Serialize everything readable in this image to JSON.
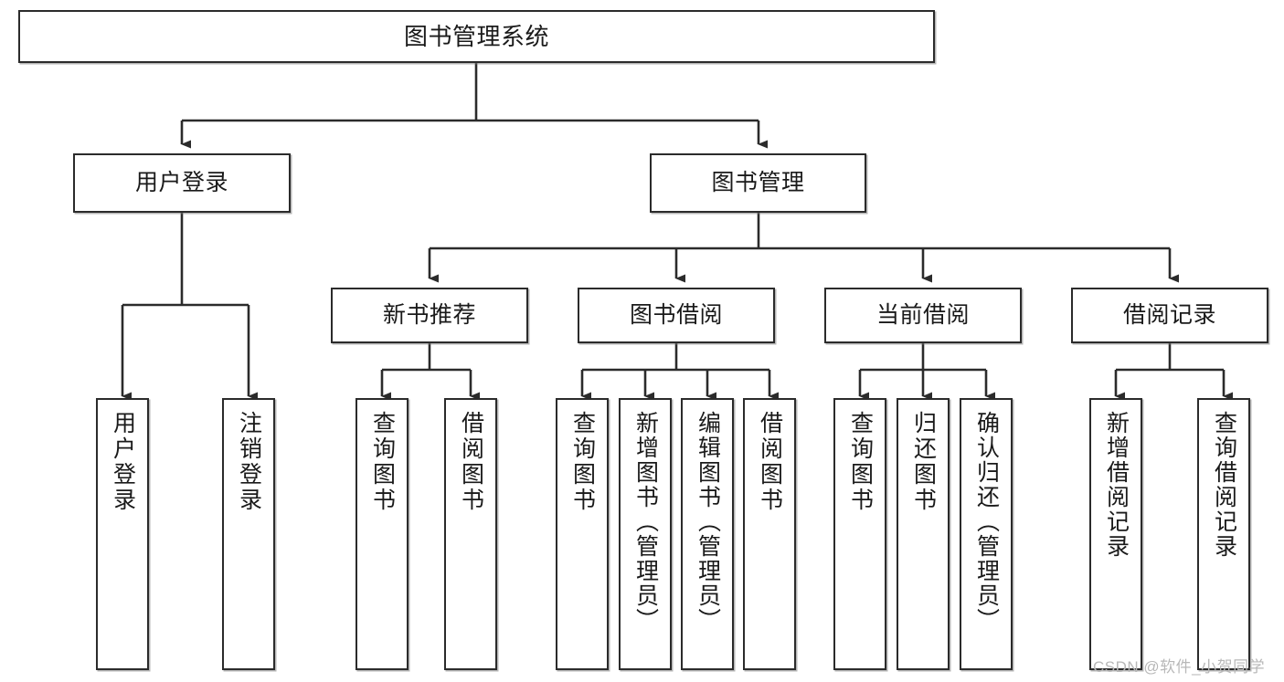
{
  "diagram": {
    "title": "图书管理系统",
    "type": "hierarchy-tree",
    "watermark": "CSDN @软件_小贺同学",
    "colors": {
      "box_border": "#2b2b2b",
      "box_fill": "#ffffff",
      "edge": "#2b2b2b",
      "text": "#1a1a1a",
      "watermark": "#b8b8b8",
      "background": "#ffffff"
    },
    "nodes": {
      "root": {
        "label": "图书管理系统",
        "level": 1
      },
      "level2": [
        {
          "id": "user-login",
          "label": "用户登录"
        },
        {
          "id": "book-management",
          "label": "图书管理"
        }
      ],
      "level3": [
        {
          "id": "new-book-recommend",
          "label": "新书推荐"
        },
        {
          "id": "book-borrow",
          "label": "图书借阅"
        },
        {
          "id": "current-borrow",
          "label": "当前借阅"
        },
        {
          "id": "borrow-record",
          "label": "借阅记录"
        }
      ],
      "leaves": {
        "user-login": [
          {
            "id": "leaf-user-login",
            "label": "用户登录"
          },
          {
            "id": "leaf-logout-login",
            "label": "注销登录"
          }
        ],
        "new-book-recommend": [
          {
            "id": "leaf-query-book-1",
            "label": "查询图书"
          },
          {
            "id": "leaf-borrow-book-1",
            "label": "借阅图书"
          }
        ],
        "book-borrow": [
          {
            "id": "leaf-query-book-2",
            "label": "查询图书"
          },
          {
            "id": "leaf-add-book",
            "label": "新增图书（管理员）"
          },
          {
            "id": "leaf-edit-book",
            "label": "编辑图书（管理员）"
          },
          {
            "id": "leaf-borrow-book-2",
            "label": "借阅图书"
          }
        ],
        "current-borrow": [
          {
            "id": "leaf-query-book-3",
            "label": "查询图书"
          },
          {
            "id": "leaf-return-book",
            "label": "归还图书"
          },
          {
            "id": "leaf-confirm-return",
            "label": "确认归还（管理员）"
          }
        ],
        "borrow-record": [
          {
            "id": "leaf-add-record",
            "label": "新增借阅记录"
          },
          {
            "id": "leaf-query-record",
            "label": "查询借阅记录"
          }
        ]
      }
    }
  }
}
